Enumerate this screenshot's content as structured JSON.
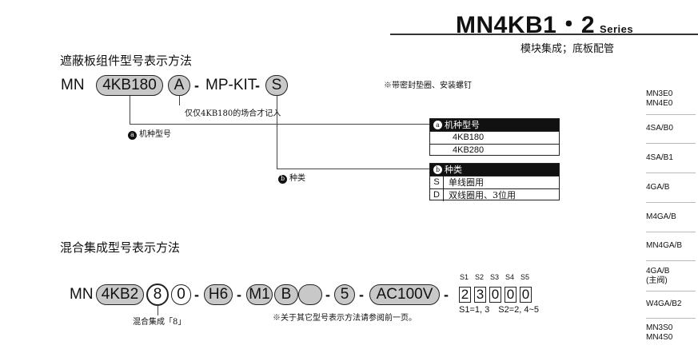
{
  "header": {
    "title": "MN4KB1・2",
    "series": "Series",
    "subtitle": "模块集成；底板配管"
  },
  "section1": {
    "title": "遮蔽板组件型号表示方法",
    "prefix": "MN",
    "model": "4KB180",
    "option_a": "A",
    "dash1": "-",
    "kit": "MP-KIT",
    "dash2": "-",
    "option_s": "S",
    "note_a": "仅仅4KB180的场合才记入",
    "note_right": "※带密封垫圈、安装螺钉",
    "label_a_bullet": "a",
    "label_a": "机种型号",
    "label_b_bullet": "b",
    "label_b": "种类",
    "box_a": {
      "bullet": "a",
      "title": "机种型号",
      "rows": [
        "4KB180",
        "4KB280"
      ]
    },
    "box_b": {
      "bullet": "b",
      "title": "种类",
      "rows": [
        {
          "code": "S",
          "desc": "单线圈用"
        },
        {
          "code": "D",
          "desc": "双线圈用、3位用"
        }
      ]
    }
  },
  "section2": {
    "title": "混合集成型号表示方法",
    "prefix": "MN",
    "model": "4KB2",
    "mix": "8",
    "digit0": "0",
    "dash1": "-",
    "h6": "H6",
    "dash2": "-",
    "m1": "M1",
    "b": "B",
    "dash3": "-",
    "five": "5",
    "dash4": "-",
    "voltage": "AC100V",
    "dash5": "-",
    "slot_labels": [
      "S1",
      "S2",
      "S3",
      "S4",
      "S5"
    ],
    "slot_values": [
      "2",
      "3",
      "0",
      "0",
      "0"
    ],
    "slot_note": "S1=1, 3　S2=2, 4~5",
    "mix_note": "混合集成「8」",
    "foot_note": "※关于其它型号表示方法请参阅前一页。"
  },
  "sidebar": {
    "items": [
      "MN3E0\nMN4E0",
      "4SA/B0",
      "4SA/B1",
      "4GA/B",
      "M4GA/B",
      "MN4GA/B",
      "4GA/B\n(主阀)",
      "W4GA/B2",
      "MN3S0\nMN4S0"
    ]
  }
}
